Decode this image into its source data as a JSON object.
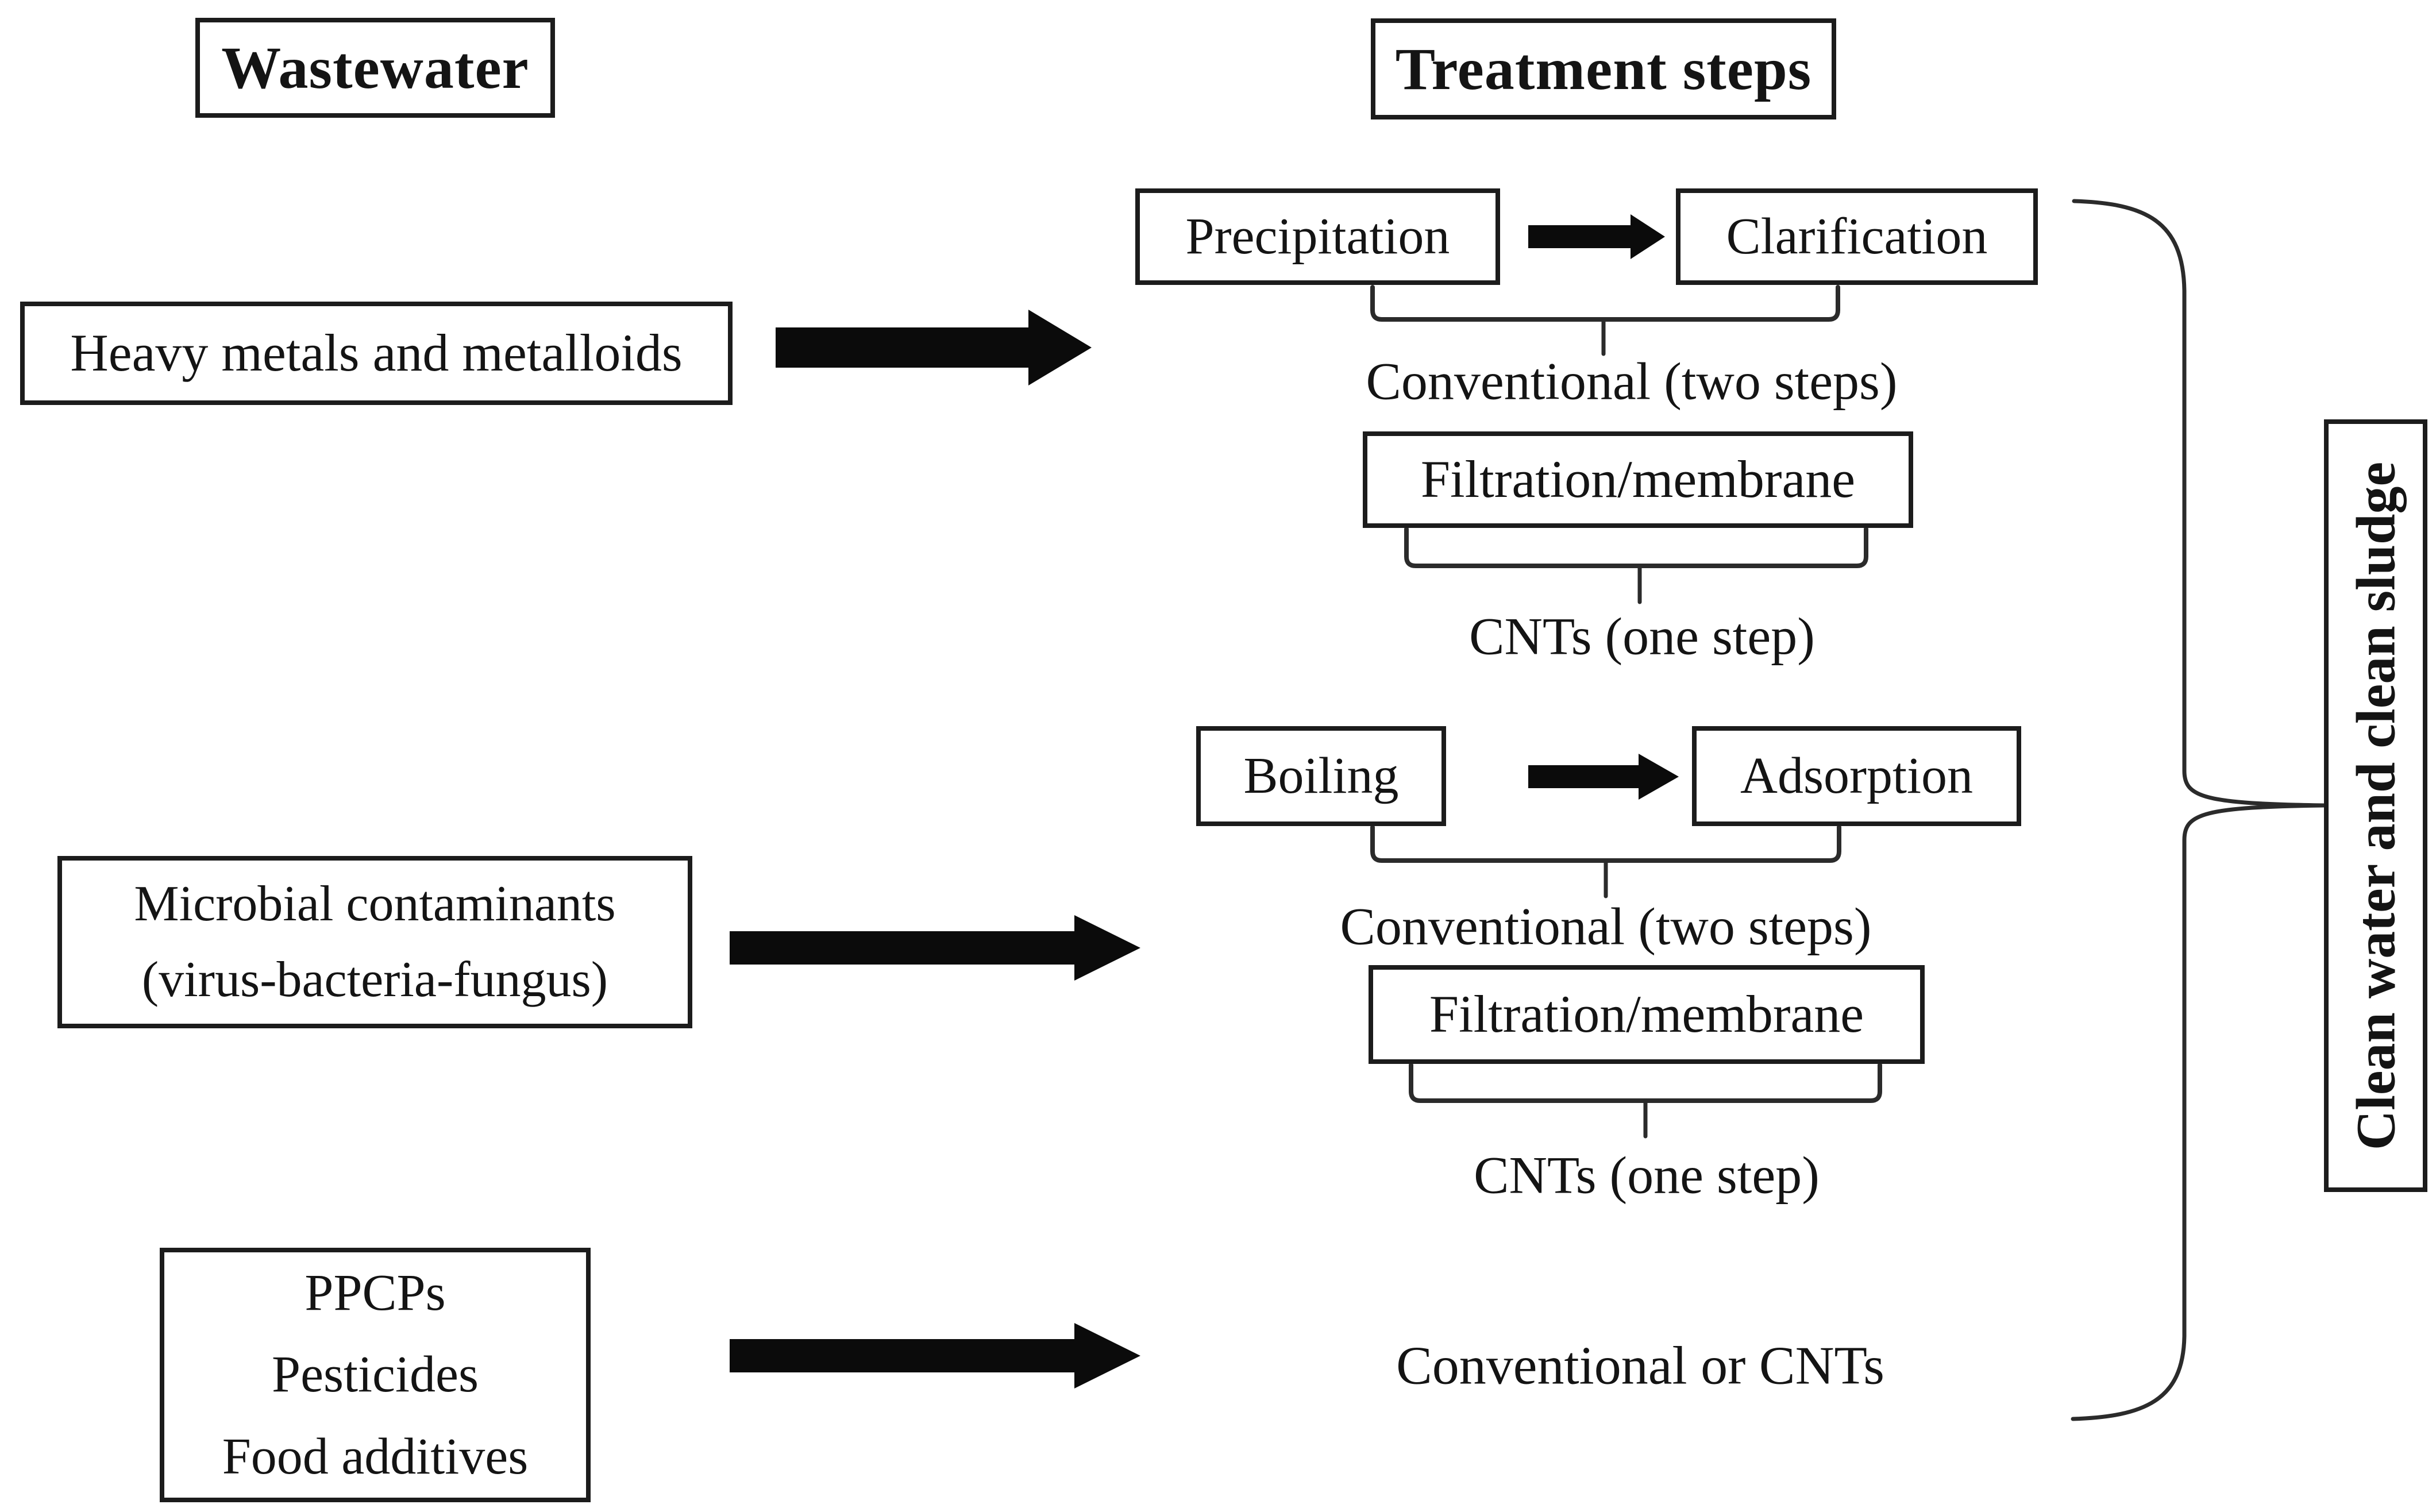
{
  "headers": {
    "wastewater": "Wastewater",
    "treatment": "Treatment steps"
  },
  "sources": {
    "heavy_metals": "Heavy metals and metalloids",
    "microbial_line1": "Microbial contaminants",
    "microbial_line2": "(virus-bacteria-fungus)",
    "ppcp_line1": "PPCPs",
    "ppcp_line2": "Pesticides",
    "ppcp_line3": "Food additives"
  },
  "treatments": {
    "precipitation": "Precipitation",
    "clarification": "Clarification",
    "filtration_membrane_1": "Filtration/membrane",
    "conventional_two_steps_1": "Conventional (two steps)",
    "cnts_one_step_1": "CNTs (one step)",
    "boiling": "Boiling",
    "adsorption": "Adsorption",
    "filtration_membrane_2": "Filtration/membrane",
    "conventional_two_steps_2": "Conventional (two steps)",
    "cnts_one_step_2": "CNTs (one step)",
    "conventional_or_cnts": "Conventional or CNTs"
  },
  "result": {
    "clean_water": "Clean water and clean sludge"
  },
  "colors": {
    "ink": "#1c1c1c",
    "background": "#ffffff"
  }
}
